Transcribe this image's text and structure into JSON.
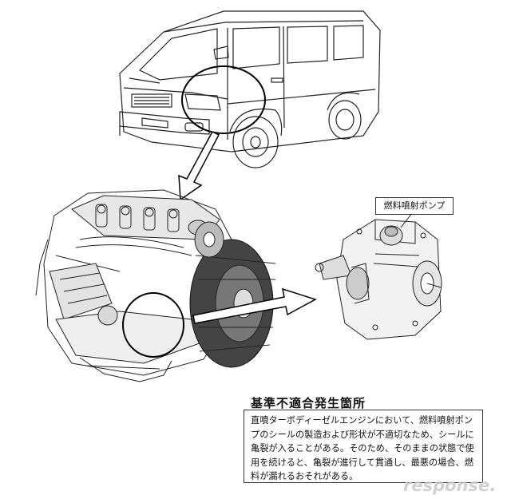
{
  "labels": {
    "pump_label": "燃料噴射ポンプ",
    "site_title": "基準不適合発生箇所",
    "description": "直噴ターボディーゼルエンジンにおいて、燃料噴射ポンプのシールの製造および形状が不適切なため、シールに亀裂が入ることがある。そのため、そのままの状態で使用を続けると、亀裂が進行して貫通し、最悪の場合、燃料が漏れるおそれがある。"
  },
  "watermark": "response.",
  "colors": {
    "line": "#222222",
    "watermark": "#c9c9c9"
  }
}
